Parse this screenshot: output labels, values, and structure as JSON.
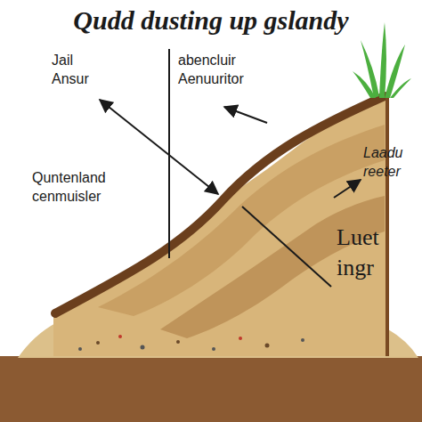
{
  "diagram": {
    "title": "Qudd dusting up gslandy",
    "labels": [
      "Jail Ansur",
      "abencluir Aenuuritor",
      "Quntenland cenmuisler",
      "Laadu reeter",
      "Luet ingr"
    ]
  }
}
